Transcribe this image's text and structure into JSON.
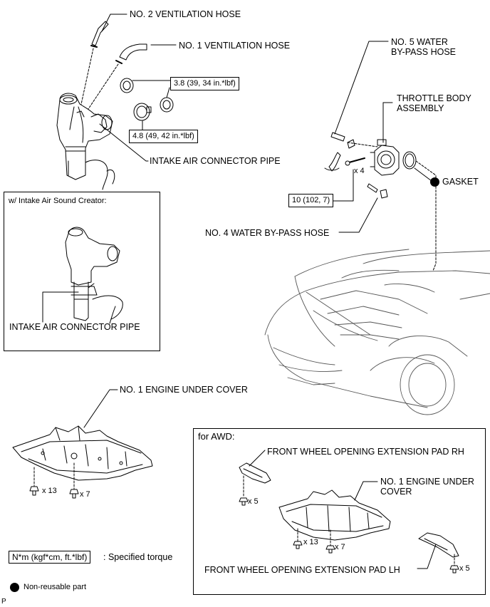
{
  "labels": {
    "no2_vent_hose": "NO. 2 VENTILATION HOSE",
    "no1_vent_hose": "NO. 1 VENTILATION HOSE",
    "intake_air_connector_pipe": "INTAKE AIR CONNECTOR PIPE",
    "no5_water_bypass_line1": "NO. 5 WATER",
    "no5_water_bypass_line2": "BY-PASS HOSE",
    "throttle_body_line1": "THROTTLE BODY",
    "throttle_body_line2": "ASSEMBLY",
    "gasket": "GASKET",
    "no4_water_bypass": "NO. 4 WATER BY-PASS HOSE",
    "no1_engine_under_cover": "NO. 1 ENGINE UNDER COVER",
    "front_pad_rh": "FRONT WHEEL OPENING EXTENSION PAD RH",
    "awd_under_cover_line1": "NO. 1 ENGINE UNDER",
    "awd_under_cover_line2": "COVER",
    "front_pad_lh": "FRONT WHEEL OPENING EXTENSION PAD LH"
  },
  "torques": {
    "clamp_small": "3.8 (39, 34 in.*lbf)",
    "clamp_large": "4.8 (49, 42 in.*lbf)",
    "throttle_bolts": "10 (102, 7)"
  },
  "quantities": {
    "throttle_bolts": "x 4",
    "under_cover_bolts_a": "x 13",
    "under_cover_bolts_b": "x 7",
    "awd_under_cover_bolts_a": "x 13",
    "awd_under_cover_bolts_b": "x 7",
    "pad_rh_bolts": "x 5",
    "pad_lh_bolts": "x 5"
  },
  "insets": {
    "sound_creator_title": "w/ Intake Air Sound Creator:",
    "sound_creator_pipe_label": "INTAKE AIR CONNECTOR PIPE",
    "awd_title": "for AWD:"
  },
  "legend": {
    "torque_unit": "N*m (kgf*cm, ft.*lbf)",
    "torque_desc": ": Specified torque",
    "non_reusable": "Non-reusable part"
  },
  "page_marker": "P"
}
